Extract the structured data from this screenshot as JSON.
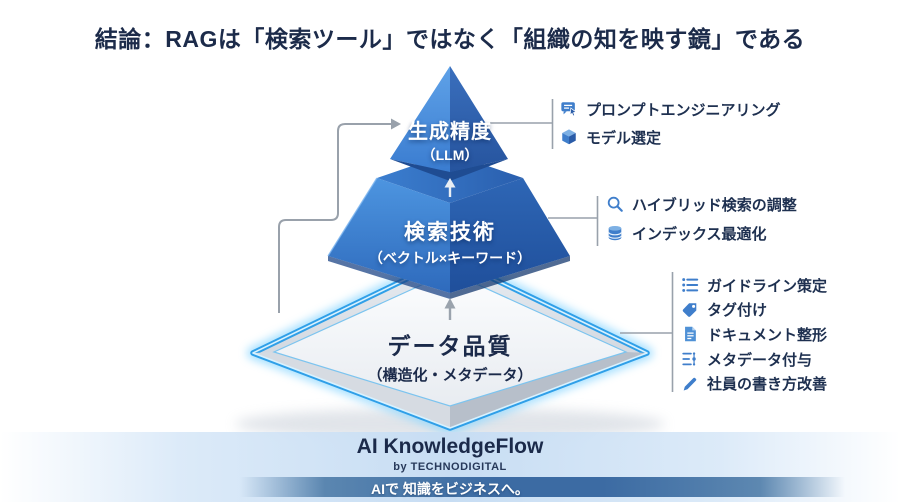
{
  "title": "結論：RAGは「検索ツール」ではなく「組織の知を映す鏡」である",
  "pyramid": {
    "tiers": [
      {
        "id": "top",
        "label": "生成精度",
        "sublabel": "（LLM）"
      },
      {
        "id": "middle",
        "label": "検索技術",
        "sublabel": "（ベクトル×キーワード）"
      },
      {
        "id": "bottom",
        "label": "データ品質",
        "sublabel": "（構造化・メタデータ）"
      }
    ]
  },
  "annotations": {
    "generation": {
      "items": [
        {
          "icon": "prompt-icon",
          "label": "プロンプトエンジニアリング"
        },
        {
          "icon": "cube-icon",
          "label": "モデル選定"
        }
      ]
    },
    "search": {
      "items": [
        {
          "icon": "search-icon",
          "label": "ハイブリッド検索の調整"
        },
        {
          "icon": "database-icon",
          "label": "インデックス最適化"
        }
      ]
    },
    "data_quality": {
      "items": [
        {
          "icon": "list-icon",
          "label": "ガイドライン策定"
        },
        {
          "icon": "tag-icon",
          "label": "タグ付け"
        },
        {
          "icon": "document-icon",
          "label": "ドキュメント整形"
        },
        {
          "icon": "metadata-icon",
          "label": "メタデータ付与"
        },
        {
          "icon": "pencil-icon",
          "label": "社員の書き方改善"
        }
      ]
    }
  },
  "footer": {
    "brand": "AI KnowledgeFlow",
    "byline": "by TECHNODIGITAL",
    "tagline": "AIで 知識をビジネスへ。"
  },
  "colors": {
    "navy_text": "#1c2b4a",
    "tier_blue_light": "#4d95e0",
    "tier_blue_dark": "#224f97",
    "neon_border": "#2f9fe8",
    "icon_blue": "#3f7ecb",
    "connector_gray": "#99a1ab",
    "footer_strip_blue": "#3c6ba3"
  }
}
